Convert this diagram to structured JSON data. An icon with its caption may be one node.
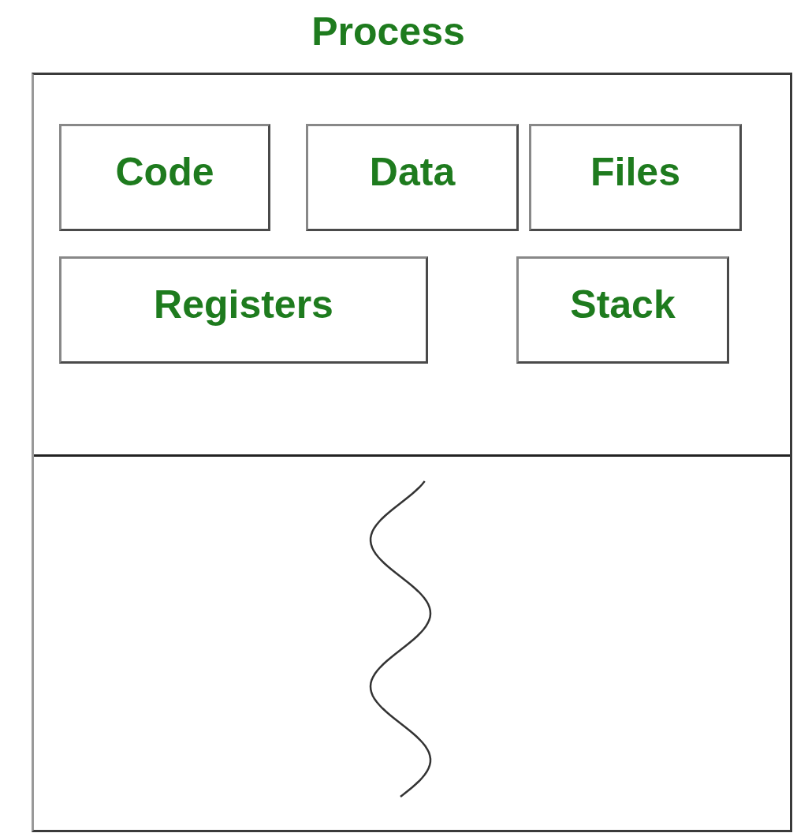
{
  "diagram": {
    "nodes": [
      {
        "text": [
          "Process"
        ]
      },
      {
        "text": [
          "Code"
        ],
        "in": 0
      },
      {
        "text": [
          "Data"
        ],
        "in": 0
      },
      {
        "text": [
          "Files"
        ],
        "in": 0
      },
      {
        "text": [
          "Registers"
        ],
        "in": 0
      },
      {
        "text": [
          "Stack"
        ],
        "in": 0
      }
    ]
  }
}
